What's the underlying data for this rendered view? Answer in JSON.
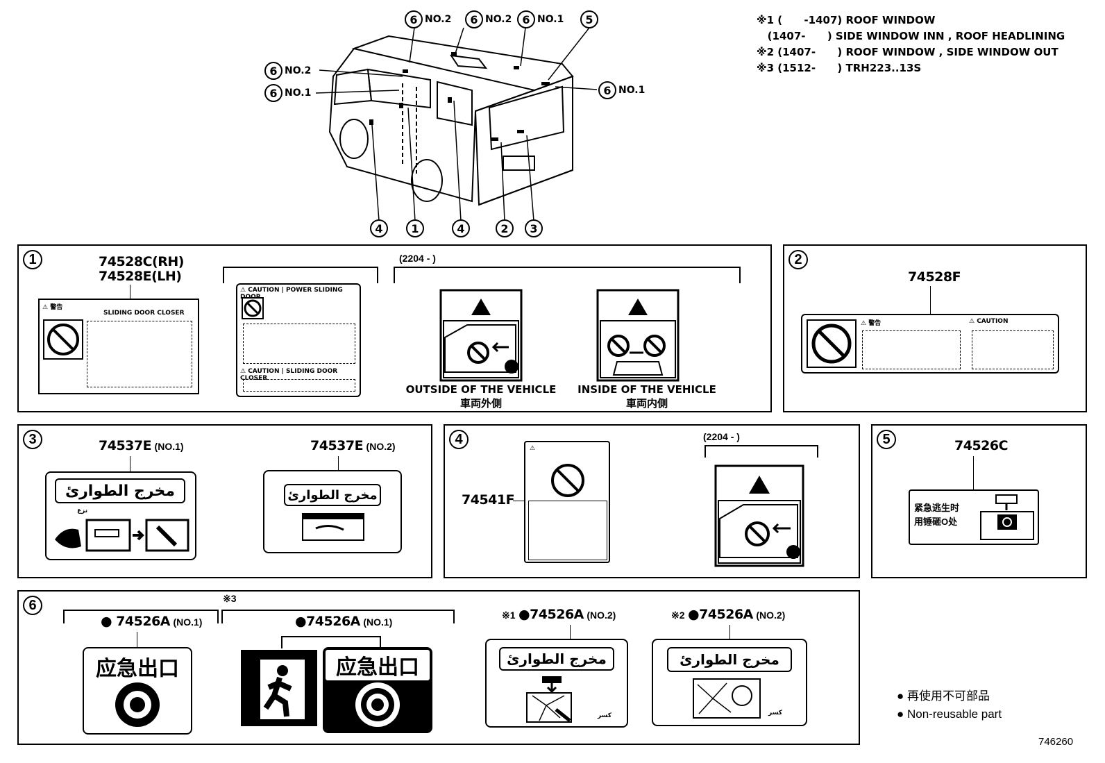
{
  "notes": [
    "※1 (      -1407) ROOF WINDOW",
    "   (1407-      ) SIDE WINDOW INN , ROOF HEADLINING",
    "※2 (1407-      ) ROOF WINDOW , SIDE WINDOW OUT",
    "※3 (1512-      ) TRH223..13S"
  ],
  "callouts": {
    "c6": "6",
    "c5": "5",
    "c4": "4",
    "c3": "3",
    "c2": "2",
    "c1": "1",
    "no1": "NO.1",
    "no2": "NO.2"
  },
  "panel1": {
    "num": "1",
    "part_rh": "74528C(RH)",
    "part_lh": "74528E(LH)",
    "date_range": "(2204 -      )",
    "label_a_warn": "警告",
    "label_a_sub": "SLIDING DOOR CLOSER",
    "label_b_caution1": "CAUTION",
    "label_b_title1": "POWER SLIDING DOOR",
    "label_b_caution2": "CAUTION",
    "label_b_title2": "SLIDING DOOR CLOSER",
    "outside_en": "OUTSIDE OF THE VEHICLE",
    "outside_jp": "車両外側",
    "inside_en": "INSIDE OF THE VEHICLE",
    "inside_jp": "車両内側"
  },
  "panel2": {
    "num": "2",
    "part": "74528F",
    "warn": "警告",
    "caution": "CAUTION"
  },
  "panel3": {
    "num": "3",
    "part1": "74537E",
    "part1_no": "(NO.1)",
    "part2": "74537E",
    "part2_no": "(NO.2)",
    "arabic": "مخرج الطوارئ",
    "pull": "نزع"
  },
  "panel4": {
    "num": "4",
    "part": "74541F",
    "date_range": "(2204 -      )"
  },
  "panel5": {
    "num": "5",
    "part": "74526C",
    "text_line1": "紧急逃生时",
    "text_line2": "用锤砸O处"
  },
  "panel6": {
    "num": "6",
    "note3": "※3",
    "p1": "● 74526A",
    "p1_no": "(NO.1)",
    "p2": "●74526A",
    "p2_no": "(NO.1)",
    "p3_pre": "※1",
    "p3": "●74526A",
    "p3_no": "(NO.2)",
    "p4_pre": "※2",
    "p4": "●74526A",
    "p4_no": "(NO.2)",
    "emergency_exit": "应急出口",
    "arabic": "مخرج الطوارئ",
    "break": "كسر"
  },
  "legend": {
    "line1": "● 再使用不可部品",
    "line2": "● Non-reusable part"
  },
  "code": "746260"
}
